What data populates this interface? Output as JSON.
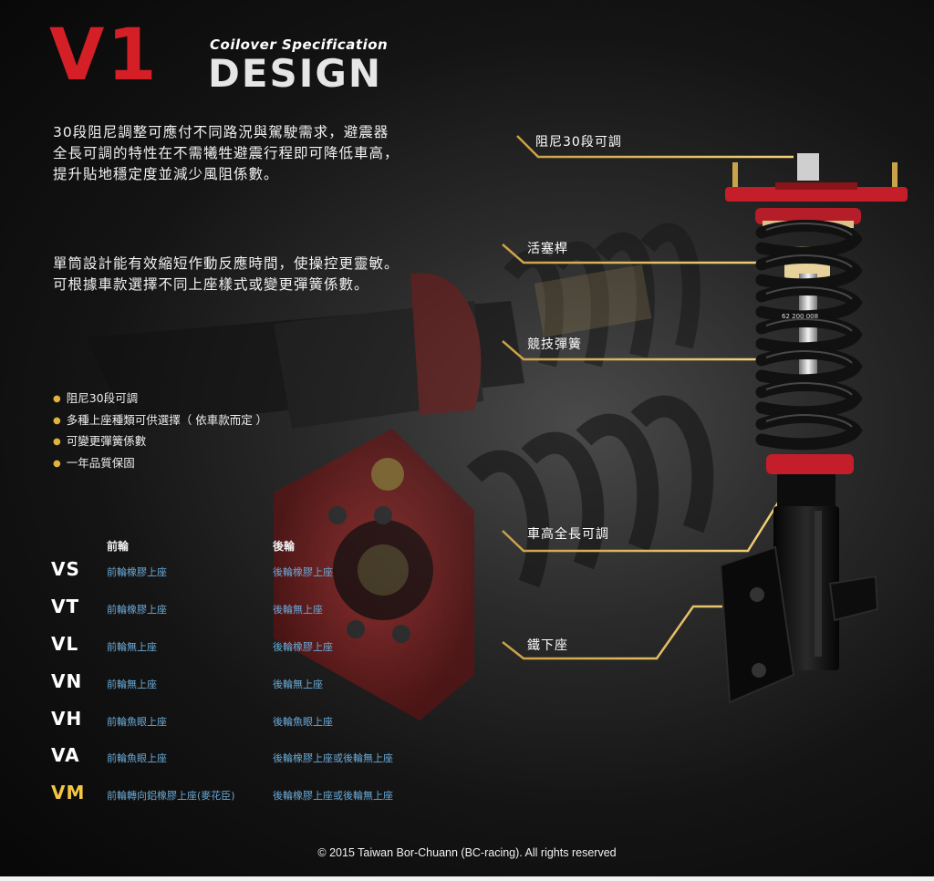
{
  "header": {
    "model": "V1",
    "subtitle": "Coilover Specification",
    "title": "DESIGN"
  },
  "intro": {
    "paragraph1": [
      "30段阻尼調整可應付不同路況與駕駛需求，避震器",
      "全長可調的特性在不需犧牲避震行程即可降低車高，",
      "提升貼地穩定度並減少風阻係數。"
    ],
    "paragraph2": [
      "單筒設計能有效縮短作動反應時間，使操控更靈敏。",
      "可根據車款選擇不同上座樣式或變更彈簧係數。"
    ]
  },
  "features": [
    "阻尼30段可調",
    "多種上座種類可供選擇（ 依車款而定 ）",
    "可變更彈簧係數",
    "一年品質保固"
  ],
  "table": {
    "front_header": "前輪",
    "rear_header": "後輪",
    "rows": [
      {
        "code": "VS",
        "front": "前輪橡膠上座",
        "rear": "後輪橡膠上座"
      },
      {
        "code": "VT",
        "front": "前輪橡膠上座",
        "rear": "後輪無上座"
      },
      {
        "code": "VL",
        "front": "前輪無上座",
        "rear": "後輪橡膠上座"
      },
      {
        "code": "VN",
        "front": "前輪無上座",
        "rear": "後輪無上座"
      },
      {
        "code": "VH",
        "front": "前輪魚眼上座",
        "rear": "後輪魚眼上座"
      },
      {
        "code": "VA",
        "front": "前輪魚眼上座",
        "rear": "後輪橡膠上座或後輪無上座"
      },
      {
        "code": "VM",
        "front": "前輪轉向鋁橡膠上座(麥花臣)",
        "rear": "後輪橡膠上座或後輪無上座"
      }
    ]
  },
  "callouts": {
    "damping": "阻尼30段可調",
    "piston_rod": "活塞桿",
    "spring": "競技彈簧",
    "ride_height": "車高全長可調",
    "lower_mount": "鐵下座"
  },
  "spring_marking": "62 200 008",
  "footer": {
    "copyright": "© 2015 Taiwan Bor-Chuann (BC-racing). All rights reserved"
  },
  "colors": {
    "brand_red": "#d41f26",
    "gold_accent": "#e0b43c",
    "link_blue": "#6aa9d6",
    "background": "#1a1a1a"
  }
}
